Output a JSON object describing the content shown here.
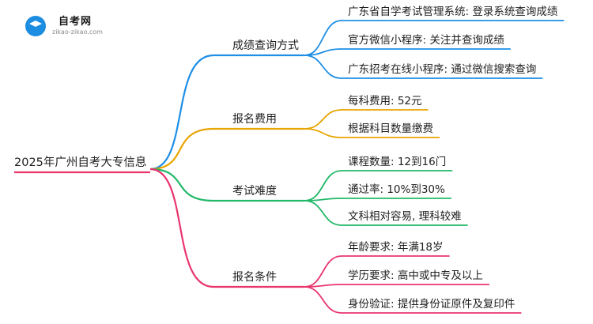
{
  "logo": {
    "name": "自考网",
    "url": "zikao-zikao.com"
  },
  "root": "2025年广州自考大专信息",
  "colors": {
    "query": "#1f8fe6",
    "fee": "#e8a400",
    "difficulty": "#22b868",
    "conditions": "#e9356e",
    "root_line": "#e9356e"
  },
  "branches": [
    {
      "key": "query",
      "label": "成绩查询方式",
      "items": [
        "广东省自学考试管理系统: 登录系统查询成绩",
        "官方微信小程序: 关注并查询成绩",
        "广东招考在线小程序: 通过微信搜索查询"
      ]
    },
    {
      "key": "fee",
      "label": "报名费用",
      "items": [
        "每科费用: 52元",
        "根据科目数量缴费"
      ]
    },
    {
      "key": "difficulty",
      "label": "考试难度",
      "items": [
        "课程数量: 12到16门",
        "通过率: 10%到30%",
        "文科相对容易, 理科较难"
      ]
    },
    {
      "key": "conditions",
      "label": "报名条件",
      "items": [
        "年龄要求: 年满18岁",
        "学历要求: 高中或中专及以上",
        "身份验证: 提供身份证原件及复印件"
      ]
    }
  ]
}
